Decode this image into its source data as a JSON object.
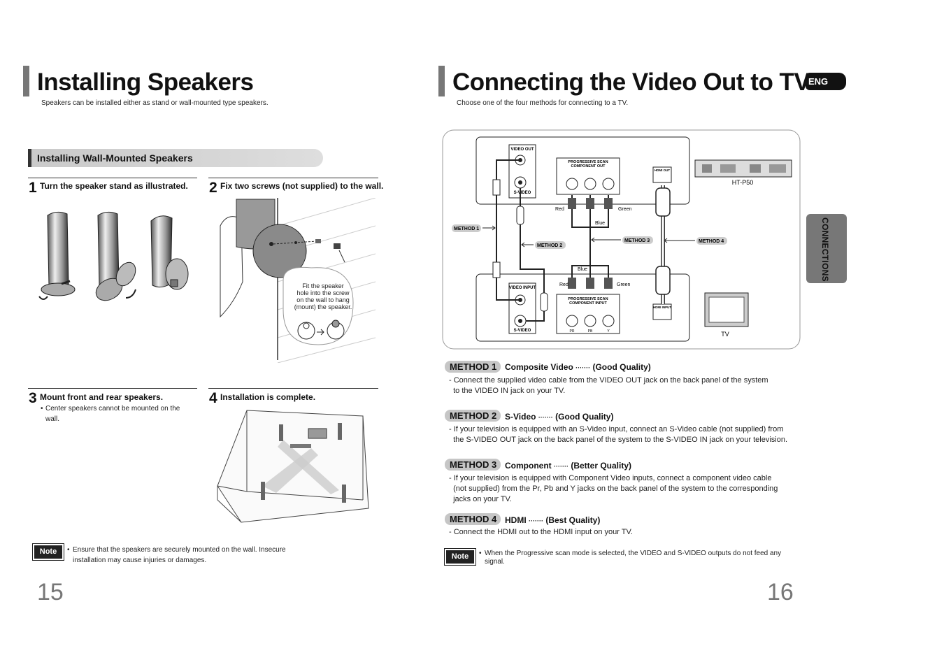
{
  "left_page": {
    "title": "Installing Speakers",
    "subtitle": "Speakers can be installed either as stand or wall-mounted type speakers.",
    "section_heading": "Installing Wall-Mounted Speakers",
    "steps": [
      {
        "num": "1",
        "text": "Turn the speaker stand as illustrated."
      },
      {
        "num": "2",
        "text": "Fix two screws (not supplied) to the wall."
      },
      {
        "num": "3",
        "text": "Mount front and rear speakers.",
        "bullet": "•",
        "detail_line1": "Center speakers cannot be mounted on the",
        "detail_line2": "wall."
      },
      {
        "num": "4",
        "text": "Installation is complete."
      }
    ],
    "callout_lines": [
      "Fit the speaker",
      "hole into the screw",
      "on the wall to hang",
      "(mount) the speaker."
    ],
    "note_label": "Note",
    "note_bullet": "•",
    "note_line1": "Ensure that the speakers are securely mounted on the wall. Insecure",
    "note_line2": "installation may cause injuries or damages.",
    "page_number": "15"
  },
  "right_page": {
    "title": "Connecting the Video Out to TV",
    "badge": "ENG",
    "subtitle": "Choose one of the four methods for connecting to a TV.",
    "side_tab": "CONNECTIONS",
    "diagram": {
      "video_out": "VIDEO OUT",
      "s_video": "S-VIDEO",
      "progressive_out_line1": "PROGRESSIVE SCAN",
      "progressive_out_line2": "COMPONENT OUT",
      "hdmi_out": "HDMI OUT",
      "device_name": "HT-P50",
      "video_input": "VIDEO INPUT",
      "s_video_in": "S-VIDEO",
      "progressive_in_line1": "PROGRESSIVE SCAN",
      "progressive_in_line2": "COMPONENT INPUT",
      "hdmi_input": "HDMI INPUT",
      "tv_label": "TV",
      "red": "Red",
      "green": "Green",
      "blue": "Blue",
      "pr": "PR",
      "pb": "PB",
      "y": "Y",
      "m1": "METHOD 1",
      "m2": "METHOD 2",
      "m3": "METHOD 3",
      "m4": "METHOD 4"
    },
    "methods": [
      {
        "label": "METHOD 1",
        "name": "Composite Video",
        "dots": "·······",
        "quality": "(Good Quality)",
        "lines": [
          "- Connect the supplied video cable from the VIDEO OUT jack on the back panel of the system",
          "  to the VIDEO IN jack on your TV."
        ]
      },
      {
        "label": "METHOD 2",
        "name": "S-Video",
        "dots": "·······",
        "quality": "(Good Quality)",
        "lines": [
          "- If your television is equipped with an S-Video input, connect an S-Video cable (not supplied) from",
          "  the S-VIDEO OUT jack on the back panel of the system to the S-VIDEO IN jack on your television."
        ]
      },
      {
        "label": "METHOD 3",
        "name": "Component",
        "dots": "·······",
        "quality": "(Better Quality)",
        "lines": [
          "- If your television is equipped with Component Video inputs, connect a component video cable",
          "  (not supplied) from the Pr, Pb and Y jacks on the back panel of the system to the corresponding",
          "  jacks on your TV."
        ]
      },
      {
        "label": "METHOD 4",
        "name": "HDMI",
        "dots": "·······",
        "quality": "(Best Quality)",
        "lines": [
          "- Connect the HDMI out to the HDMI input on your TV."
        ]
      }
    ],
    "note_label": "Note",
    "note_bullet": "•",
    "note_line1": "When the Progressive scan mode is selected, the VIDEO and S-VIDEO outputs do not feed any",
    "note_line2": "signal.",
    "page_number": "16"
  }
}
